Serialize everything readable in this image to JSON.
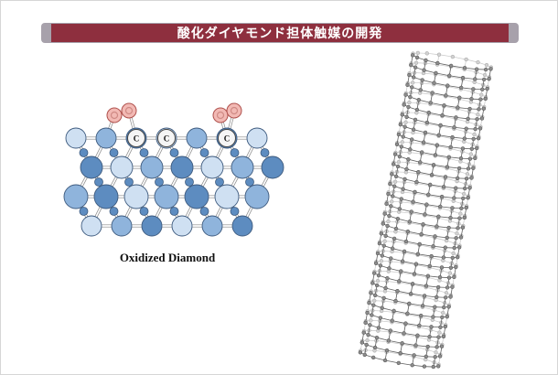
{
  "slide": {
    "title": "酸化ダイヤモンド担体触媒の開発",
    "title_bar": {
      "background": "#8e2f3e",
      "shadow": "#a7a1ab",
      "text_color": "#ffffff"
    }
  },
  "figure_left": {
    "caption": "Oxidized Diamond",
    "carbon_label": "C",
    "colors": {
      "atom_light": "#cfe0f2",
      "atom_mid": "#8fb4dc",
      "atom_dark": "#5d8cc0",
      "atom_edge": "#3d5a7e",
      "oxygen": "#f2b9b4",
      "oxygen_edge": "#b0524e",
      "oxygen_ring": "#cf8a85",
      "bond": "#8a8a8a"
    }
  },
  "figure_right": {
    "colors": {
      "atom_front": "#8c8c8c",
      "atom_front_edge": "#4f4f4f",
      "atom_back": "#d2d2d2",
      "atom_back_edge": "#a5a5a5",
      "bond_front": "#606060",
      "bond_back": "#c6c6c6"
    }
  }
}
